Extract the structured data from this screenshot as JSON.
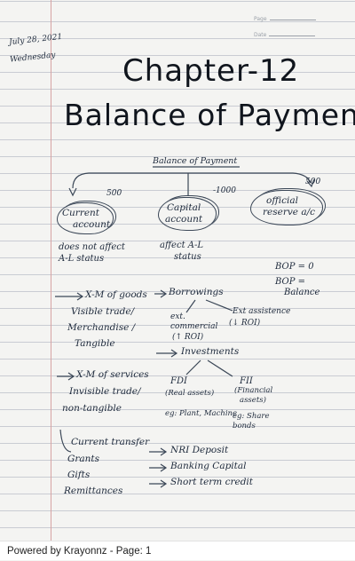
{
  "header": {
    "page_label": "Page",
    "date_label": "Date",
    "written_date": "July 28, 2021",
    "written_day": "Wednesday"
  },
  "title": {
    "chapter": "Chapter-12",
    "subject": "Balance of Payment"
  },
  "diagram": {
    "root": "Balance of Payment",
    "current": {
      "label_1": "Current",
      "label_2": "account",
      "value": "500",
      "note_1": "does not affect",
      "note_2": "A-L status"
    },
    "capital": {
      "label_1": "Capital",
      "label_2": "account",
      "value": "-1000",
      "note_1": "affect A-L",
      "note_2": "status"
    },
    "official": {
      "label_1": "official",
      "label_2": "reserve a/c",
      "value": "500"
    },
    "bop_1": "BOP = 0",
    "bop_2": "BOP =",
    "bop_3": "Balance"
  },
  "current_items": {
    "goods": "X-M of goods",
    "goods_sub": [
      "Visible trade/",
      "Merchandise /",
      "Tangible"
    ],
    "services": "X-M of services",
    "services_sub": [
      "Invisible trade/",
      "non-tangible"
    ],
    "transfer": "Current transfer",
    "transfer_sub": [
      "Grants",
      "Gifts",
      "Remittances"
    ]
  },
  "capital_items": {
    "borrowings": "Borrowings",
    "ext_1": "ext.",
    "ext_2": "commercial",
    "ext_3": "(↑ ROI)",
    "assist_1": "Ext assistence",
    "assist_2": "(↓ ROI)",
    "investments": "Investments",
    "fdi": "FDI",
    "fdi_note": "(Real assets)",
    "fdi_eg": "eg: Plant, Machine",
    "fii": "FII",
    "fii_note_1": "(Financial",
    "fii_note_2": "assets)",
    "fii_eg_1": "eg: Share",
    "fii_eg_2": "bonds",
    "nri": "NRI Deposit",
    "banking": "Banking Capital",
    "short_term": "Short term credit"
  },
  "footer": {
    "text": "Powered by Krayonnz - Page: 1"
  }
}
